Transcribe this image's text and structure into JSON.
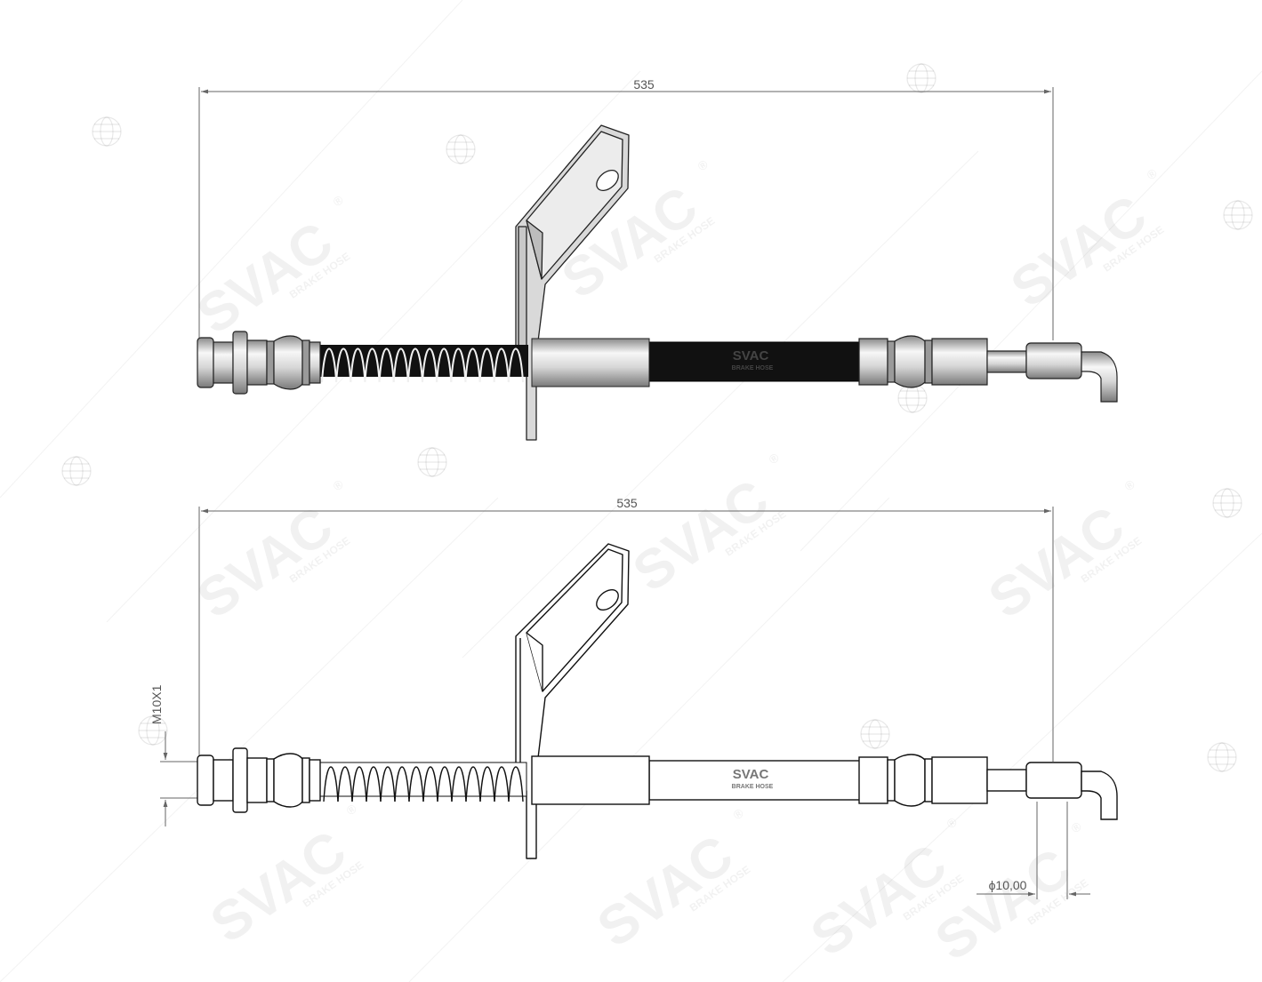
{
  "watermark": {
    "brand": "SVAC",
    "tagline": "BRAKE HOSE",
    "registered": "®"
  },
  "top_view": {
    "length_label": "535",
    "hose_brand": "SVAC",
    "hose_tagline": "BRAKE HOSE"
  },
  "bottom_view": {
    "length_label": "535",
    "thread_label": "M10X1",
    "diameter_label": "ϕ10,00",
    "hose_brand": "SVAC",
    "hose_tagline": "BRAKE HOSE"
  },
  "colors": {
    "hose_dark": "#111111",
    "outline": "#1a1a1a",
    "dimension_line": "#666666",
    "fitting_fill": "#e6e6e6"
  },
  "icons": [
    "globe-icon"
  ]
}
